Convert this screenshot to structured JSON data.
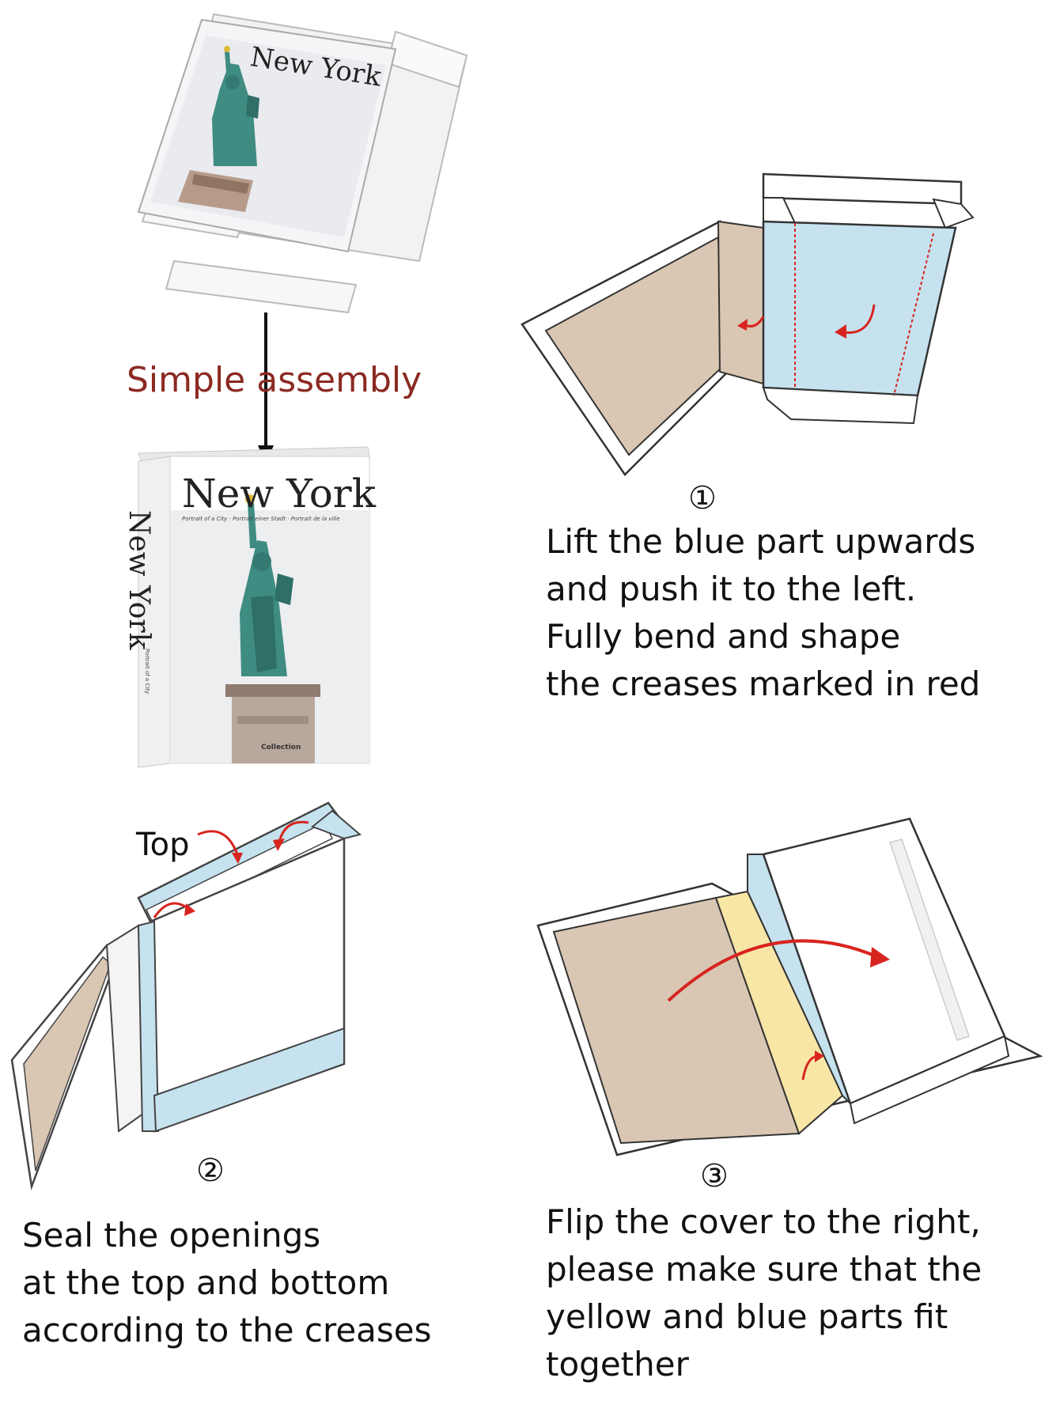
{
  "caption": "Simple assembly",
  "colors": {
    "brown_panel": "#d9c7b3",
    "blue_panel": "#c6e2ef",
    "yellow_panel": "#f7e6a6",
    "arrow_red": "#d8241f",
    "caption_red": "#8b2a22",
    "statue_green": "#3f8c82"
  },
  "book": {
    "title": "New York",
    "subtitle": "Portrait of a City · Portrait einer Stadt · Portrait de la ville",
    "spine_title": "New York",
    "spine_subtitle": "Portrait of a City",
    "collection": "Collection"
  },
  "steps": [
    {
      "number": "①",
      "lines": [
        "Lift the blue part upwards",
        "and push it to the left.",
        "Fully bend and shape",
        "the creases marked in red"
      ]
    },
    {
      "number": "②",
      "top_label": "Top",
      "lines": [
        "Seal the openings",
        "at the top and bottom",
        "according to the creases"
      ]
    },
    {
      "number": "③",
      "lines": [
        "Flip the cover to the right,",
        "please make sure that the",
        "yellow and blue parts fit",
        "together"
      ]
    }
  ]
}
